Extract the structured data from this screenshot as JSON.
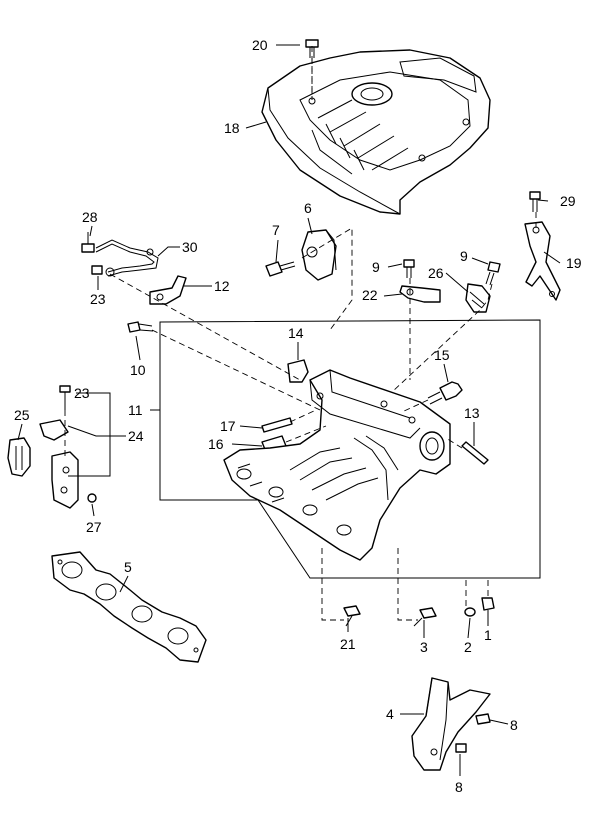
{
  "diagram": {
    "callouts": {
      "c1": "1",
      "c2": "2",
      "c3": "3",
      "c4": "4",
      "c5": "5",
      "c6": "6",
      "c7": "7",
      "c8a": "8",
      "c8b": "8",
      "c9a": "9",
      "c9b": "9",
      "c10": "10",
      "c11": "11",
      "c12": "12",
      "c13": "13",
      "c14": "14",
      "c15": "15",
      "c16": "16",
      "c17": "17",
      "c18": "18",
      "c19": "19",
      "c20": "20",
      "c21": "21",
      "c22": "22",
      "c23a": "23",
      "c23b": "23",
      "c24": "24",
      "c25": "25",
      "c26": "26",
      "c27": "27",
      "c28": "28",
      "c29": "29",
      "c30": "30"
    }
  }
}
